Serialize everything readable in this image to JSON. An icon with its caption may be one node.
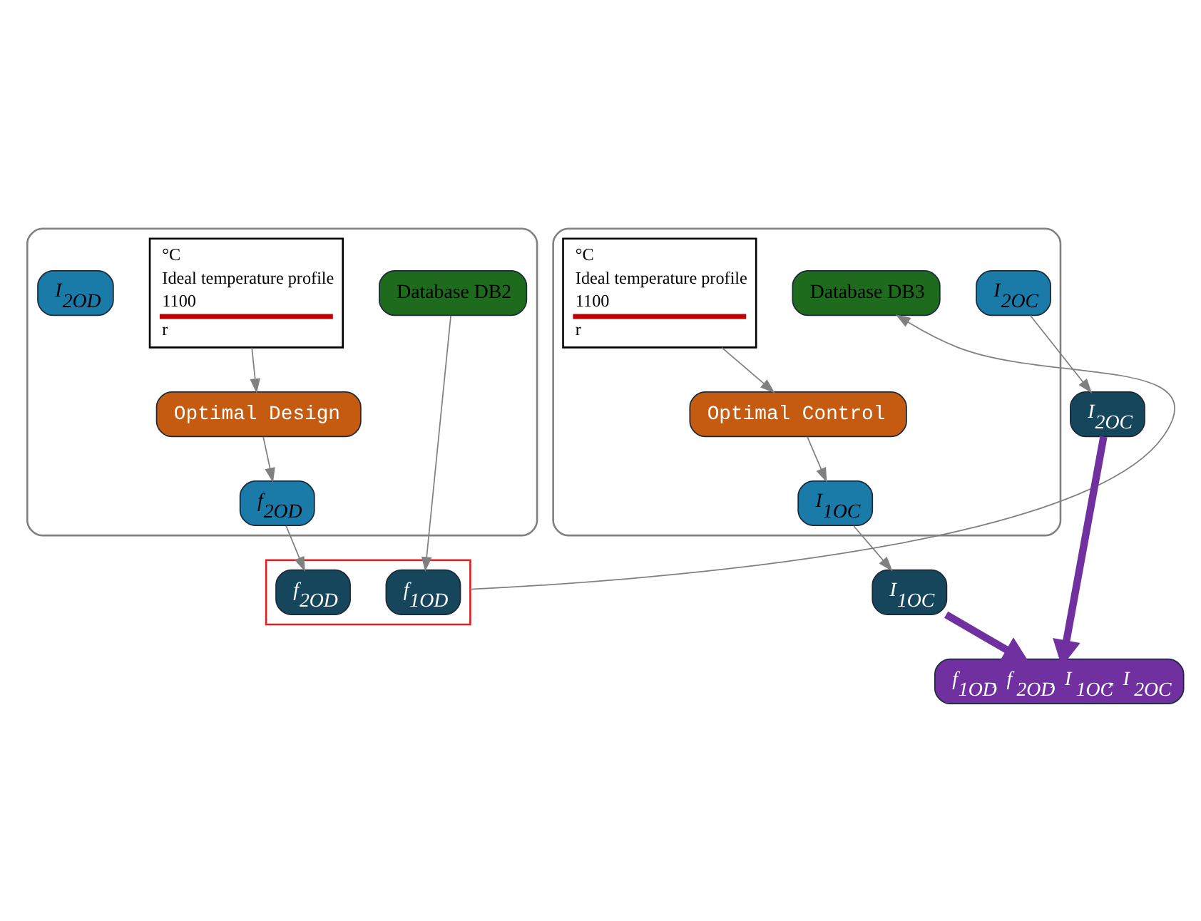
{
  "diagram": {
    "nodes": [
      {
        "text": [],
        "shape": "box"
      },
      {
        "text": [
          "°C",
          "Ideal temperature profile",
          "1100",
          "r"
        ],
        "in": 0
      },
      {
        "text": [
          "Database DB2"
        ],
        "in": 0
      },
      {
        "text": [
          "Optimal Design"
        ],
        "in": 0
      },
      {
        "text": [
          "f$_{2OD}$"
        ],
        "in": 0
      },
      {
        "text": [
          "I$_{2OD}$"
        ],
        "in": 0
      },
      {
        "text": [],
        "shape": "box"
      },
      {
        "text": [
          "°C",
          "Ideal temperature profile",
          "1100",
          "r"
        ],
        "in": 6
      },
      {
        "text": [
          "Database DB3"
        ],
        "in": 6
      },
      {
        "text": [
          "Optimal Control"
        ],
        "in": 6
      },
      {
        "text": [
          "I$_{1OC}$"
        ],
        "in": 6
      },
      {
        "text": [
          "I$_{2OC}$"
        ],
        "in": 6
      },
      {
        "text": [],
        "shape": "box"
      },
      {
        "text": [
          "f$_{1OD}$"
        ],
        "in": 12
      },
      {
        "text": [
          "f$_{2OD}$"
        ],
        "in": 12
      },
      {
        "text": [
          "I$_{1OC}$"
        ]
      },
      {
        "text": [
          "I$_{2OC}$"
        ]
      },
      {
        "text": [
          "f$_{1OD}$, f$_{2OD}$, I$_{1OC}$, I$_{2OC}$"
        ]
      }
    ],
    "edges": [
      {
        "from": 1,
        "to": 3,
        "arrow": "to"
      },
      {
        "from": 3,
        "to": 4,
        "arrow": "to"
      },
      {
        "from": 2,
        "to": 13,
        "arrow": "to"
      },
      {
        "from": 4,
        "to": 14,
        "arrow": "to"
      },
      {
        "from": 12,
        "to": 8,
        "arrow": "to"
      },
      {
        "from": 7,
        "to": 9,
        "arrow": "to"
      },
      {
        "from": 9,
        "to": 10,
        "arrow": "to"
      },
      {
        "from": 10,
        "to": 15,
        "arrow": "to"
      },
      {
        "from": 11,
        "to": 16,
        "arrow": "to"
      },
      {
        "from": 15,
        "to": 17,
        "arrow": "to",
        "style": "thick",
        "color": "#7030a0"
      },
      {
        "from": 16,
        "to": 17,
        "arrow": "to",
        "style": "thick",
        "color": "#7030a0"
      }
    ]
  }
}
